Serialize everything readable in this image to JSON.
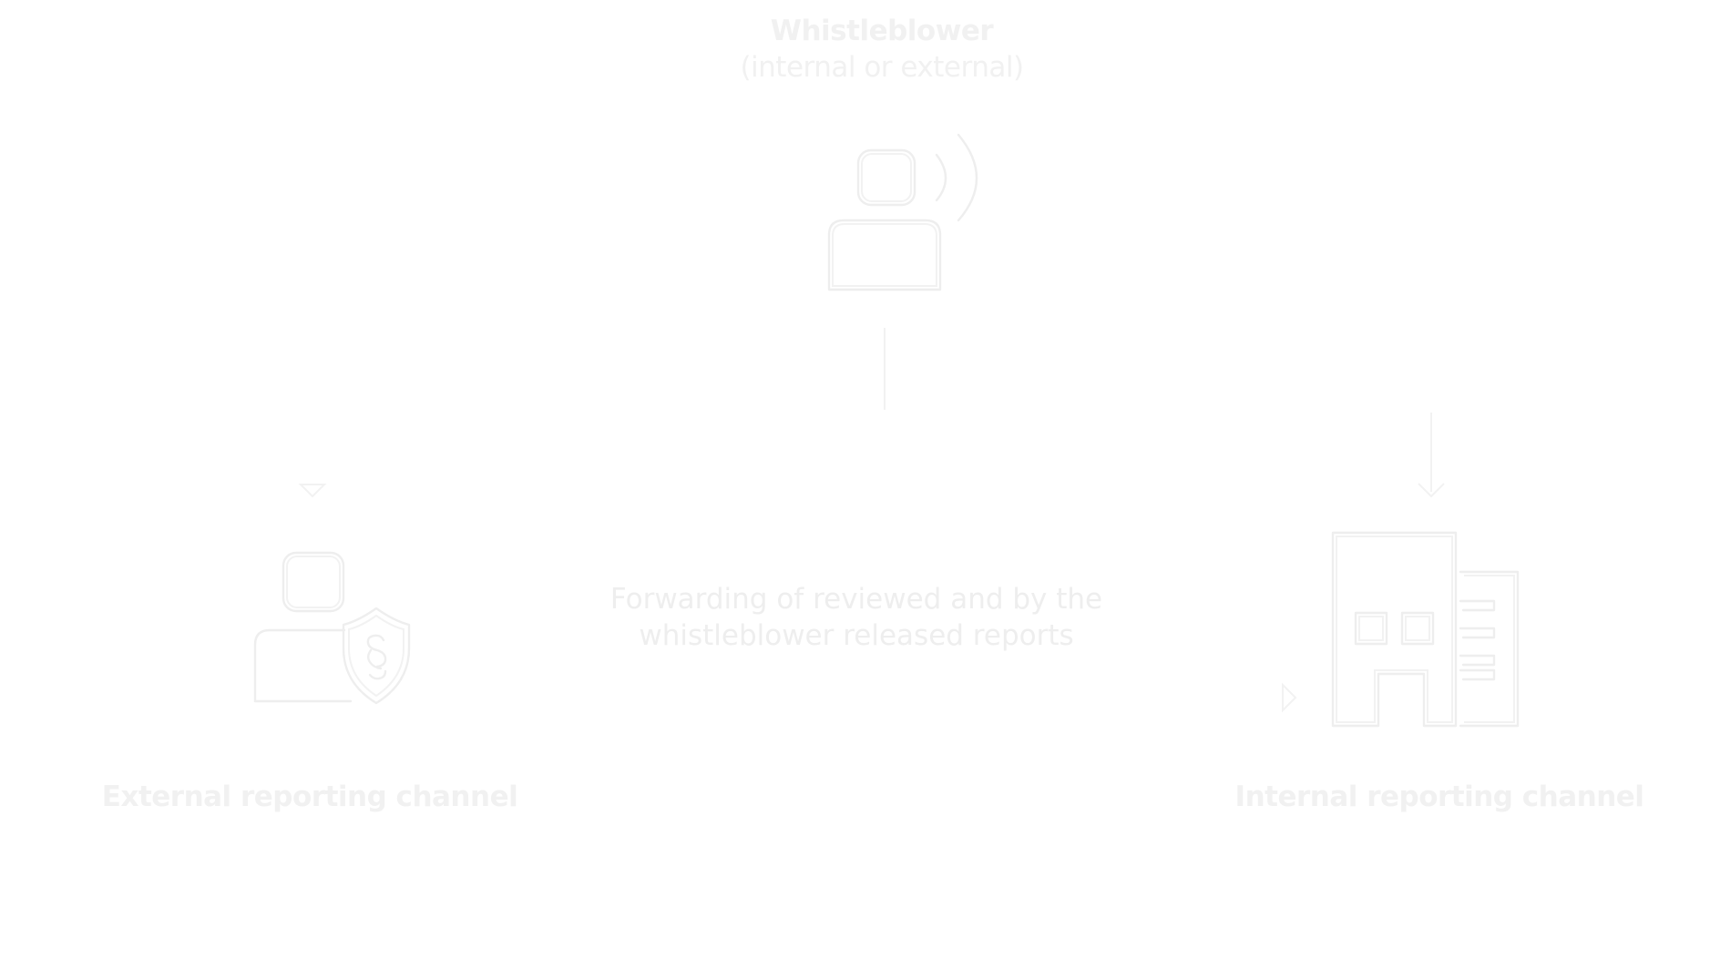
{
  "whistleblower": {
    "title": "Whistleblower",
    "subtitle": "(internal or external)",
    "icon": "person-speaking-icon"
  },
  "external_channel": {
    "label": "External reporting channel",
    "icon": "person-with-law-shield-icon"
  },
  "internal_channel": {
    "label": "Internal reporting channel",
    "icon": "office-building-icon"
  },
  "forwarding": {
    "line1": "Forwarding of reviewed and by the",
    "line2": "whistleblower released reports"
  },
  "colors": {
    "background": "#ffffff",
    "foreground": "#eeeeee"
  }
}
